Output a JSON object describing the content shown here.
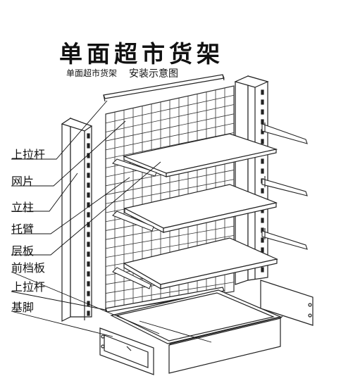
{
  "diagram": {
    "title": "单面超市货架",
    "subtitle_left": "单面超市货架",
    "subtitle_right": "安装示意图",
    "labels": [
      "上拉杆",
      "网片",
      "立柱",
      "托臂",
      "层板",
      "前档板",
      "上拉杆",
      "基脚"
    ]
  }
}
